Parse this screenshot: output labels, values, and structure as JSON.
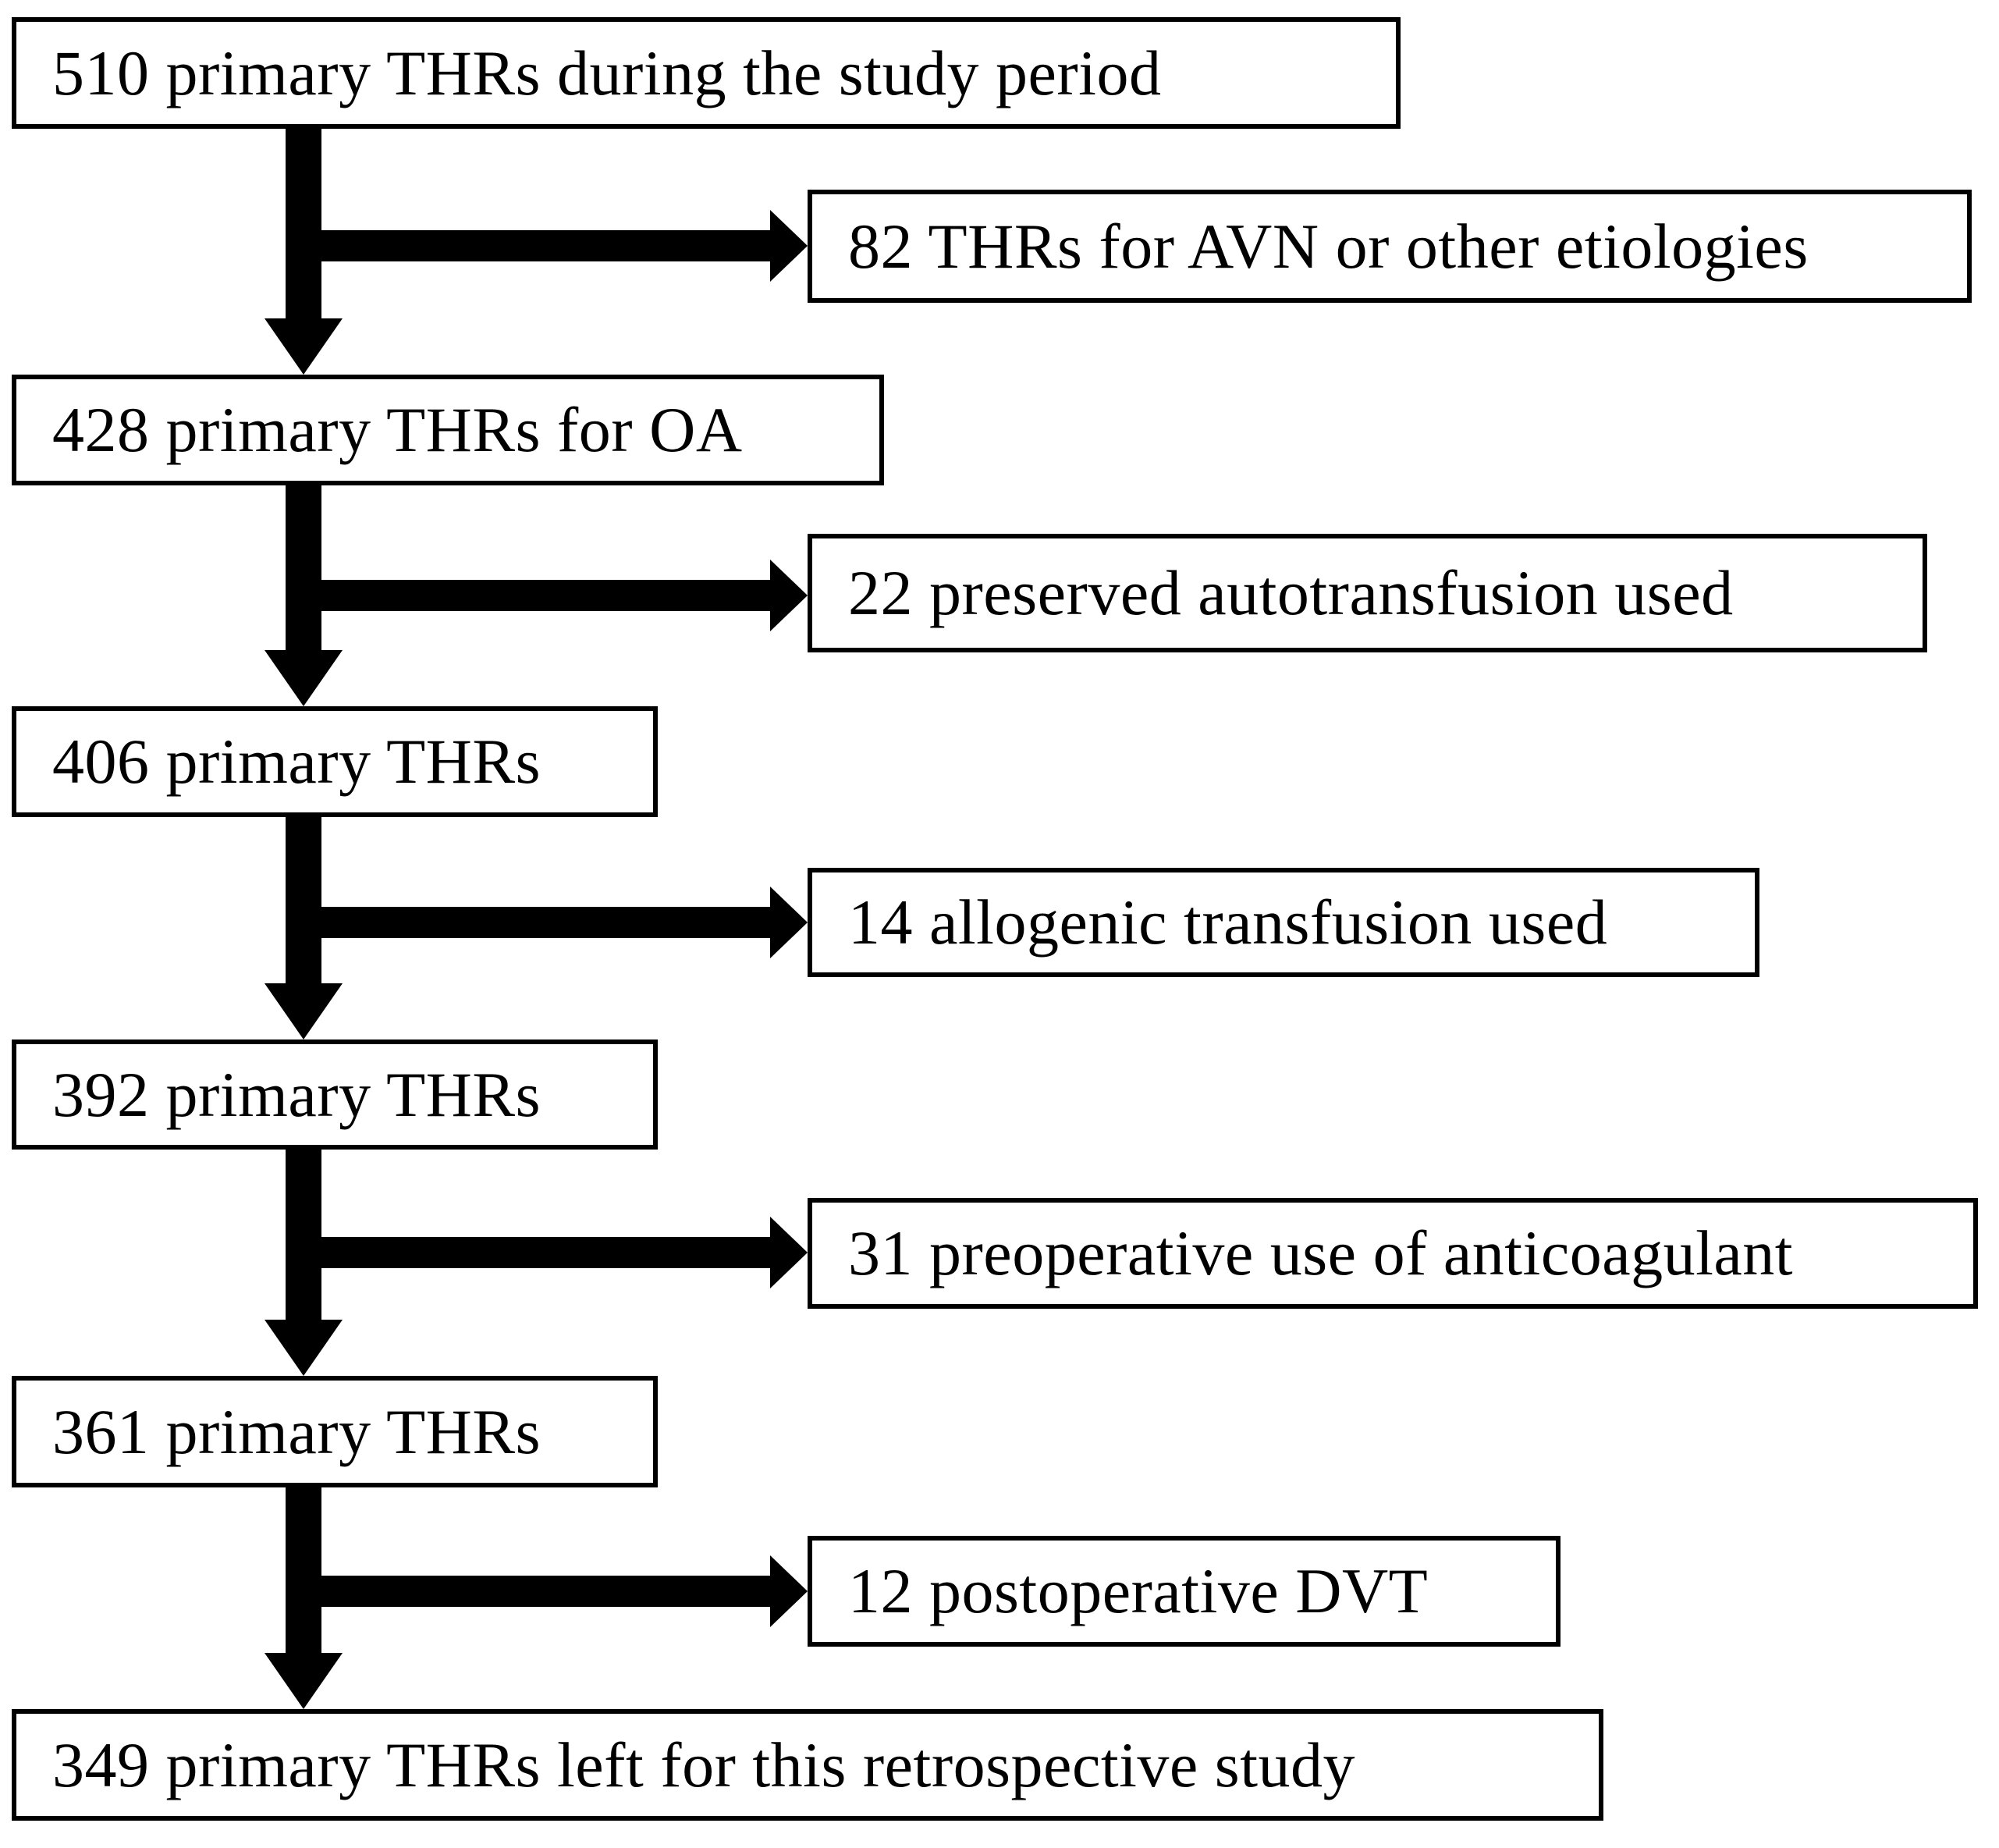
{
  "flowchart": {
    "description": "Study inclusion flow diagram of primary THRs",
    "main_path": [
      {
        "label": "510 primary THRs during the study period"
      },
      {
        "label": "428 primary THRs for OA"
      },
      {
        "label": "406 primary THRs"
      },
      {
        "label": "392 primary THRs"
      },
      {
        "label": "361 primary THRs"
      },
      {
        "label": "349 primary THRs left for this retrospective study"
      }
    ],
    "exclusions": [
      {
        "label": "82 THRs for AVN or other etiologies"
      },
      {
        "label": "22 preserved autotransfusion used"
      },
      {
        "label": "14 allogenic transfusion used"
      },
      {
        "label": "31 preoperative use of anticoagulant"
      },
      {
        "label": "12 postoperative DVT"
      }
    ],
    "colors": {
      "background": "#ffffff",
      "box_fill": "#ffffff",
      "box_border": "#000000",
      "text": "#000000",
      "arrow": "#000000"
    }
  }
}
